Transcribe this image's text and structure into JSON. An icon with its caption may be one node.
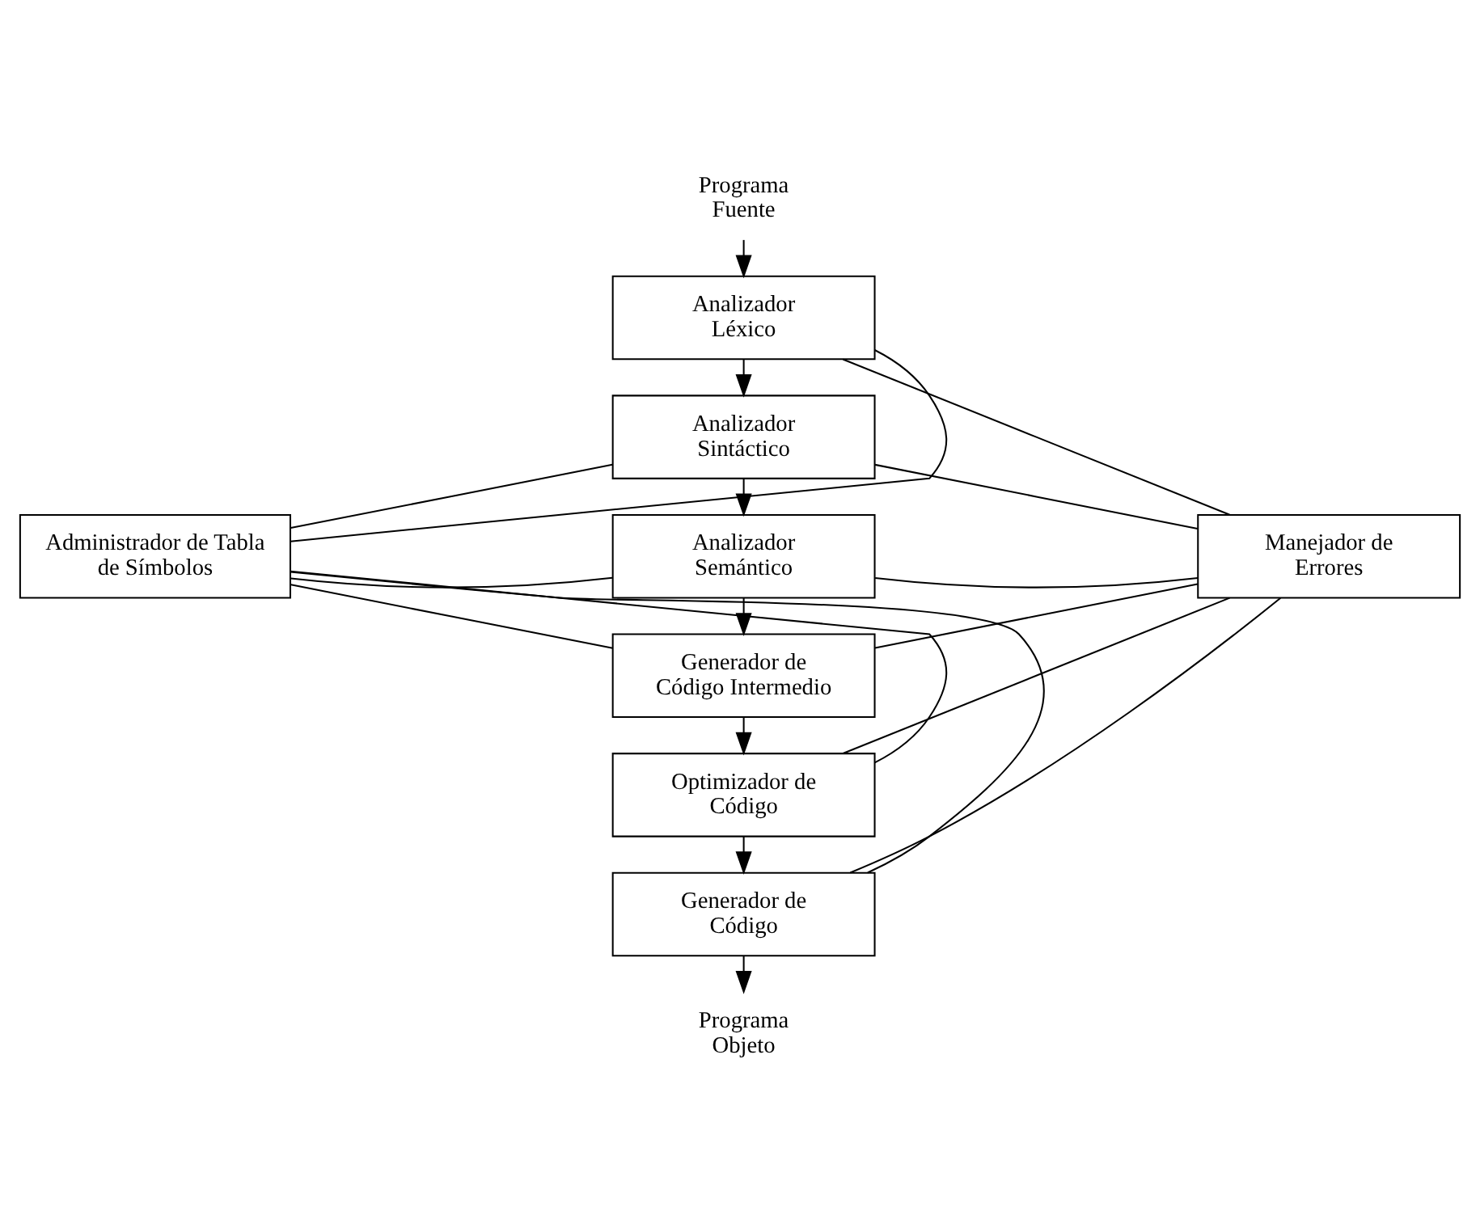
{
  "diagram": {
    "nodes": [
      {
        "text": [
          "Programa Fuente"
        ]
      },
      {
        "text": [
          "Analizador Léxico"
        ]
      },
      {
        "text": [
          "Analizador Sintáctico"
        ]
      },
      {
        "text": [
          "Analizador Semántico"
        ]
      },
      {
        "text": [
          "Generador de Código Intermedio"
        ]
      },
      {
        "text": [
          "Optimizador de Código"
        ]
      },
      {
        "text": [
          "Generador de Código"
        ]
      },
      {
        "text": [
          "Programa Objeto"
        ]
      },
      {
        "text": [
          "Administrador de Tabla de Símbolos"
        ]
      },
      {
        "text": [
          "Manejador de Errores"
        ]
      }
    ],
    "edges": [
      {
        "from": 0,
        "to": 1,
        "arrow": "to"
      },
      {
        "from": 1,
        "to": 2,
        "arrow": "to"
      },
      {
        "from": 2,
        "to": 3,
        "arrow": "to"
      },
      {
        "from": 3,
        "to": 4,
        "arrow": "to"
      },
      {
        "from": 4,
        "to": 5,
        "arrow": "to"
      },
      {
        "from": 5,
        "to": 6,
        "arrow": "to"
      },
      {
        "from": 6,
        "to": 7,
        "arrow": "to"
      },
      {
        "from": 8,
        "to": 1,
        "arrow": "none"
      },
      {
        "from": 8,
        "to": 2,
        "arrow": "none"
      },
      {
        "from": 8,
        "to": 3,
        "arrow": "none"
      },
      {
        "from": 8,
        "to": 4,
        "arrow": "none"
      },
      {
        "from": 8,
        "to": 5,
        "arrow": "none"
      },
      {
        "from": 8,
        "to": 6,
        "arrow": "none"
      },
      {
        "from": 1,
        "to": 9,
        "arrow": "none"
      },
      {
        "from": 2,
        "to": 9,
        "arrow": "none"
      },
      {
        "from": 3,
        "to": 9,
        "arrow": "none"
      },
      {
        "from": 4,
        "to": 9,
        "arrow": "none"
      },
      {
        "from": 5,
        "to": 9,
        "arrow": "none"
      },
      {
        "from": 6,
        "to": 9,
        "arrow": "none"
      }
    ]
  }
}
